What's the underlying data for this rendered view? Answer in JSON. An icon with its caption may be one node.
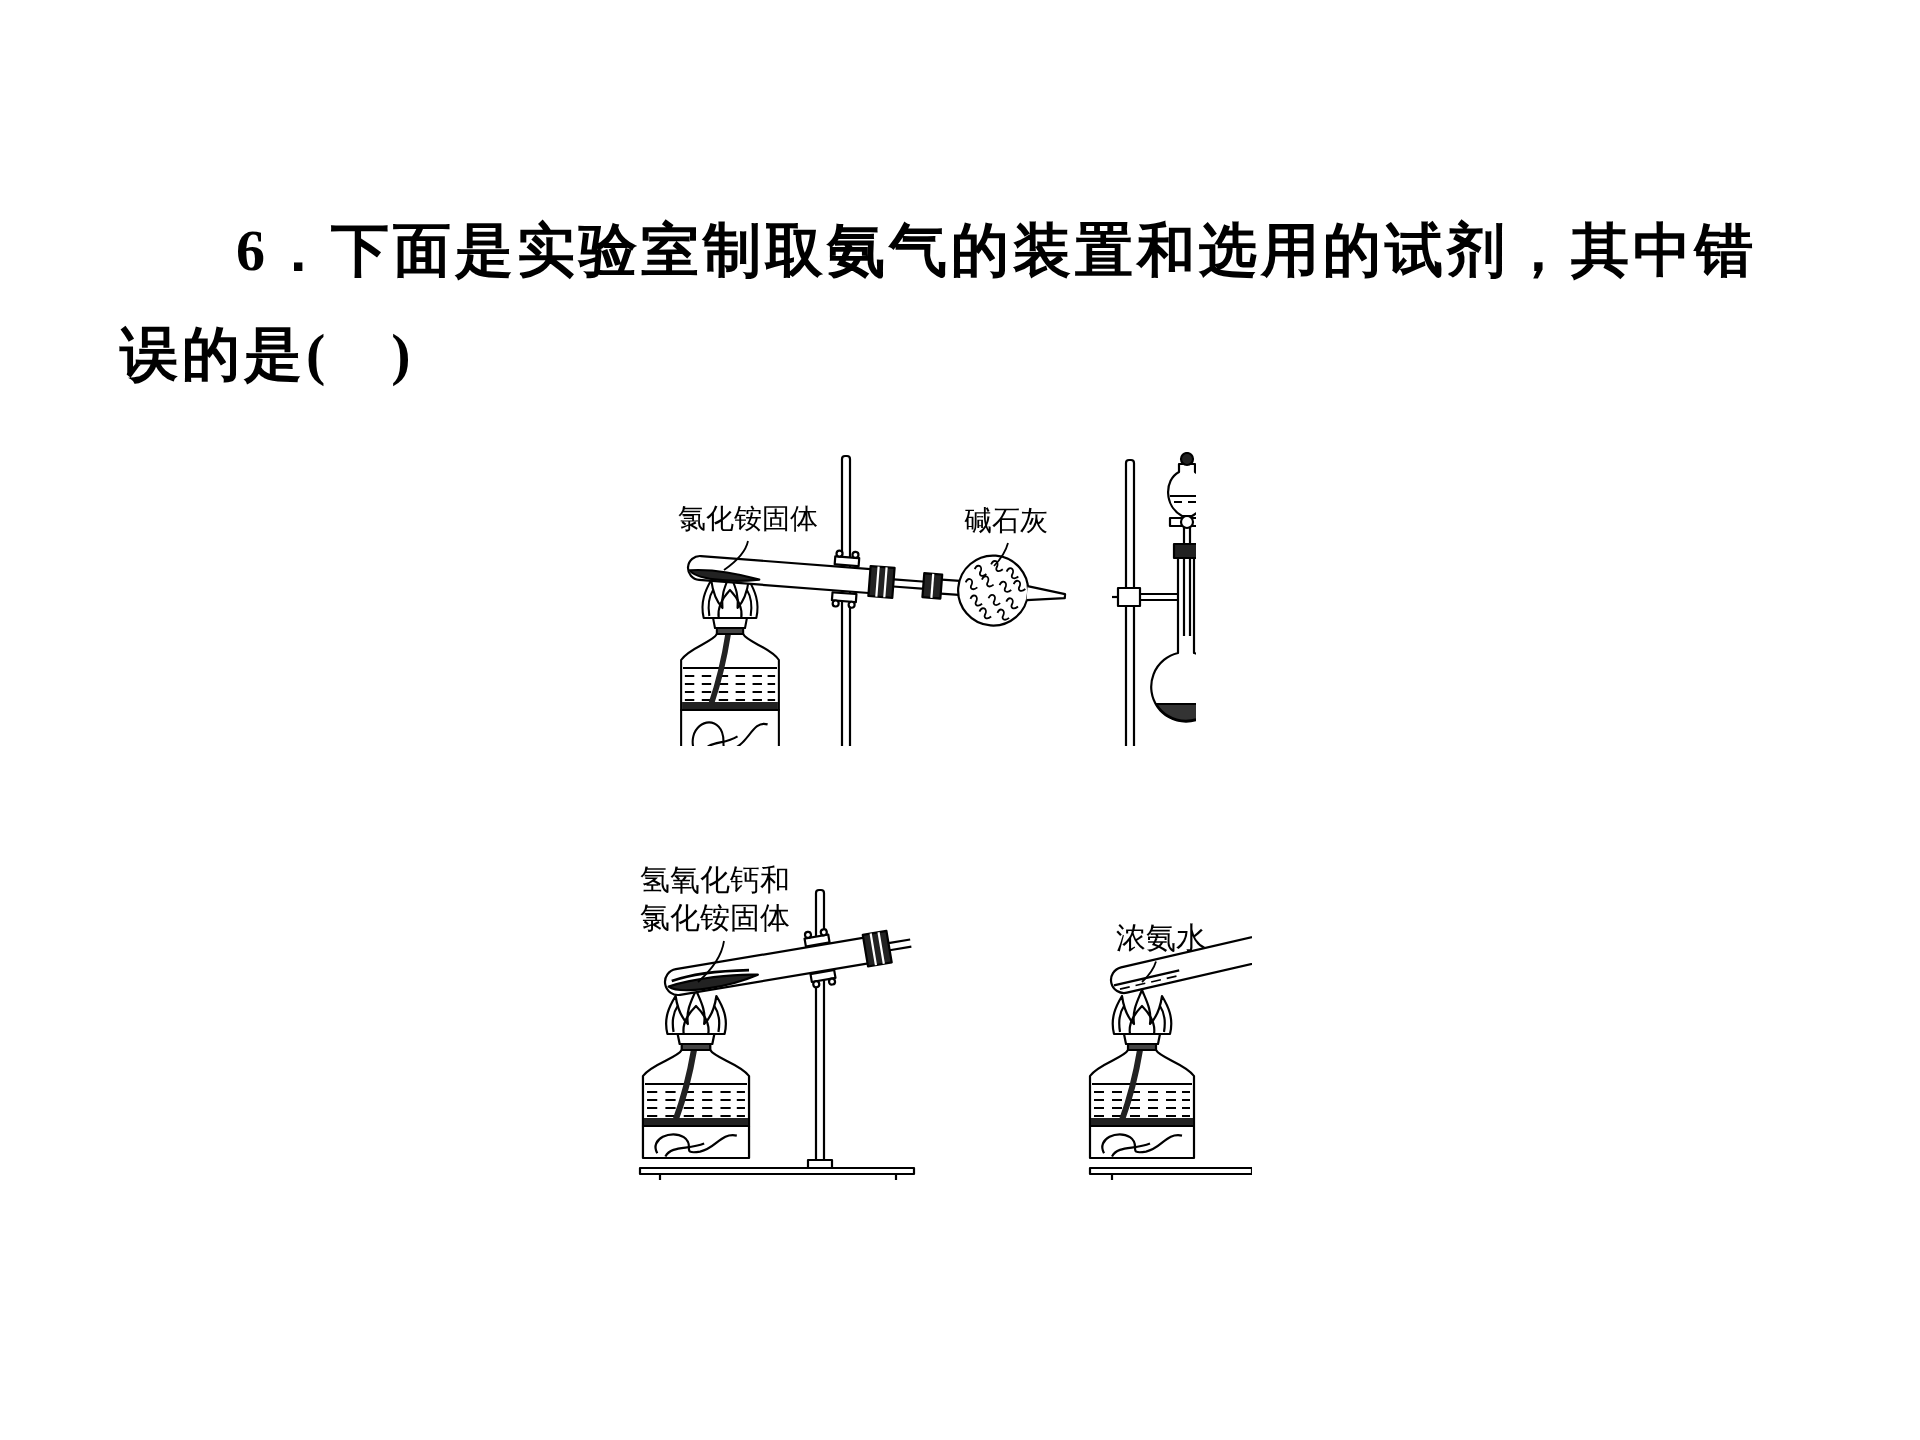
{
  "diagram": {
    "title": "6．下面是实验室制取氨气的装置和选用的试剂，其中错误的是(　)",
    "nodes": [
      {
        "text": [
          "氯化铵固体"
        ]
      },
      {
        "text": [
          "碱石灰"
        ]
      },
      {
        "text": [
          "氢氧化钙和氯化铵固体"
        ]
      },
      {
        "text": [
          "浓氨水"
        ]
      }
    ],
    "edges": [
      {
        "from": 0,
        "to": null,
        "arrow": "none"
      },
      {
        "from": 1,
        "to": null,
        "arrow": "none"
      },
      {
        "from": 2,
        "to": null,
        "arrow": "none"
      },
      {
        "from": 3,
        "to": null,
        "arrow": "none"
      }
    ]
  }
}
